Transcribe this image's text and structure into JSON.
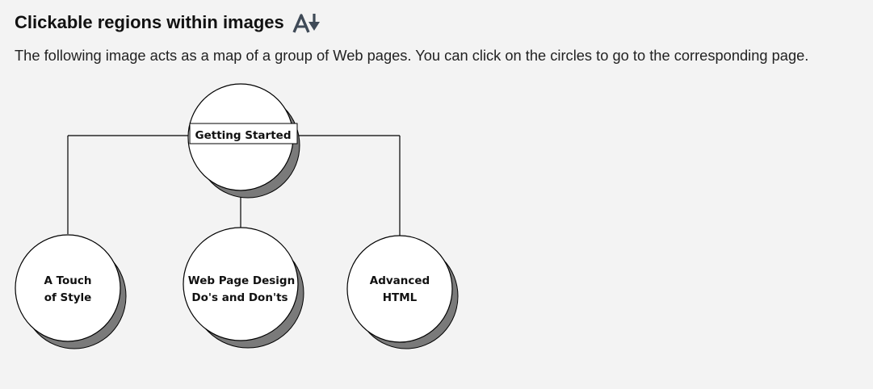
{
  "section": {
    "title": "Clickable regions within images",
    "icon": "sort-download-icon",
    "description": "The following image acts as a map of a group of Web pages. You can click on the circles to go to the corresponding page."
  },
  "image_map": {
    "nodes": [
      {
        "id": "getting-started",
        "lines": [
          "Getting Started"
        ]
      },
      {
        "id": "a-touch-of-style",
        "lines": [
          "A Touch",
          "of Style"
        ]
      },
      {
        "id": "web-page-design",
        "lines": [
          "Web Page Design",
          "Do's and Don'ts"
        ]
      },
      {
        "id": "advanced-html",
        "lines": [
          "Advanced",
          "HTML"
        ]
      }
    ]
  }
}
